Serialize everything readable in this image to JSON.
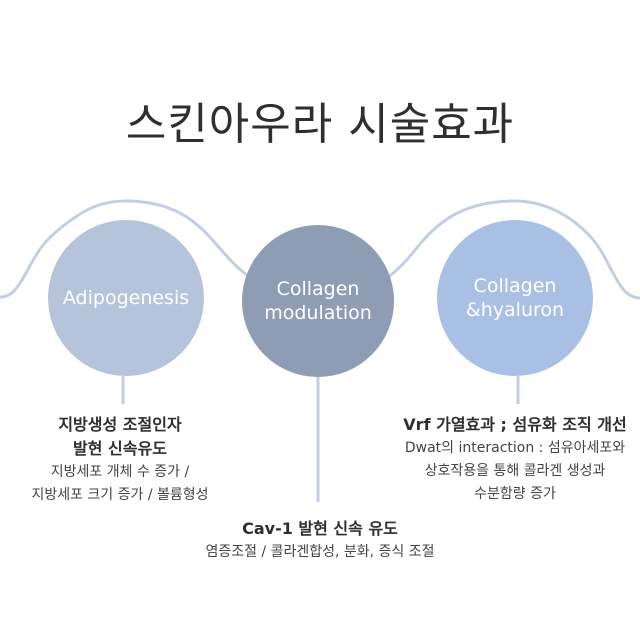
{
  "title": "스킨아우라 시술효과",
  "colors": {
    "line": "#c3cfe0",
    "circle_adipogenesis": "#b5c4db",
    "circle_collagen_modulation": "#8e9cb4",
    "circle_collagen_hyaluron": "#a9c0e4"
  },
  "circles": [
    {
      "lines": [
        "Adipogenesis"
      ]
    },
    {
      "lines": [
        "Collagen",
        "modulation"
      ]
    },
    {
      "lines": [
        "Collagen",
        "&hyaluron"
      ]
    }
  ],
  "effects": [
    {
      "heading": [
        "지방생성 조절인자",
        "발현 신속유도"
      ],
      "description": [
        "지방세포 개체 수 증가 /",
        "지방세포 크기 증가 / 볼륨형성"
      ]
    },
    {
      "heading": [
        "Cav-1 발현 신속 유도"
      ],
      "description": [
        "염증조절 / 콜라겐합성, 분화, 증식 조절"
      ]
    },
    {
      "heading": [
        "Vrf 가열효과 ; 섬유화 조직 개선"
      ],
      "description": [
        "Dwat의 interaction : 섬유아세포와",
        "상호작용을 통해 콜라겐 생성과",
        "수분함량 증가"
      ]
    }
  ]
}
